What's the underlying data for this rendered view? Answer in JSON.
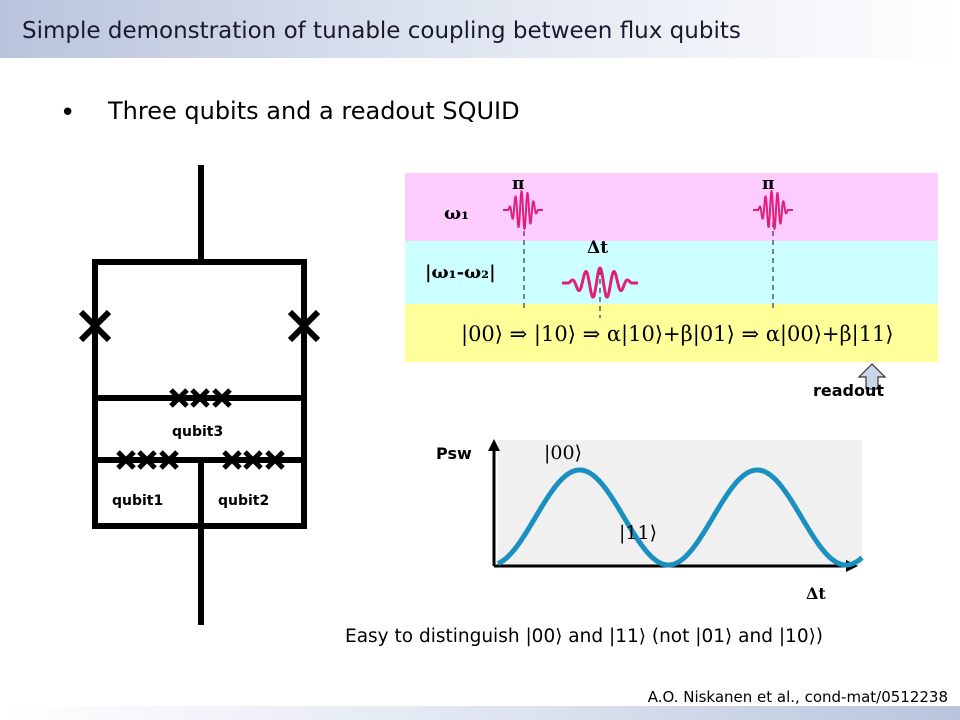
{
  "header": {
    "title": "Simple demonstration of tunable coupling between flux qubits"
  },
  "bullets": [
    {
      "marker": "•",
      "text": "Three qubits and a readout SQUID"
    }
  ],
  "circuit": {
    "labels": {
      "qubit1": "qubit1",
      "qubit2": "qubit2",
      "qubit3": "qubit3"
    }
  },
  "pulse_sequence": {
    "row1_label": "ω₁",
    "row2_label": "|ω₁-ω₂|",
    "state_sequence": "|00⟩ ⇒ |10⟩ ⇒ α|10⟩+β|01⟩ ⇒ α|00⟩+β|11⟩",
    "pulse1_label": "π",
    "pulse2_label": "π",
    "delay_label": "Δt",
    "readout_label": "readout",
    "colors": {
      "row1": "#ffccff",
      "row2": "#ccffff",
      "row3": "#ffff99",
      "pulse": "#e0207a"
    }
  },
  "oscillation_plot": {
    "y_label": "Psw",
    "x_label": "Δt",
    "max_annotation": "|00⟩",
    "min_annotation": "|11⟩",
    "curve_color": "#1a90c0"
  },
  "footer": {
    "note": "Easy to distinguish |00⟩ and |11⟩   (not |01⟩ and |10⟩)",
    "citation": "A.O. Niskanen et al., cond-mat/0512238"
  }
}
